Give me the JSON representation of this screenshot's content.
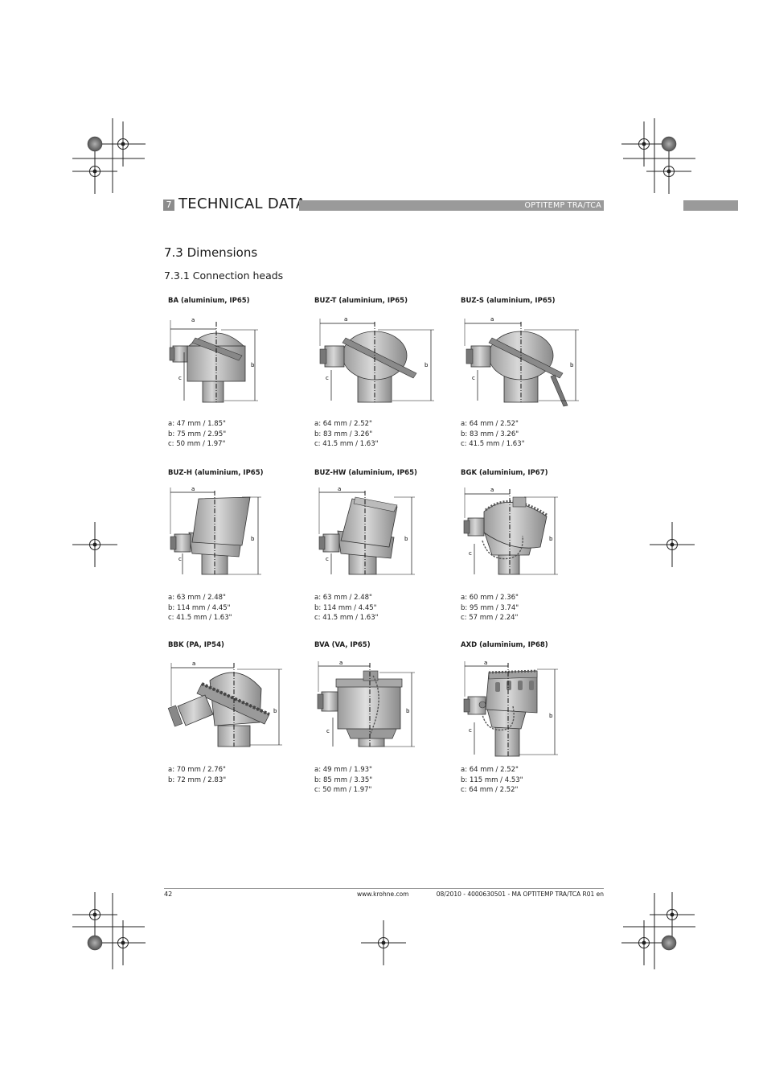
{
  "header": {
    "chapter_number": "7",
    "chapter_title": "TECHNICAL DATA",
    "product": "OPTITEMP TRA/TCA"
  },
  "section": {
    "title": "7.3  Dimensions",
    "subtitle": "7.3.1  Connection heads"
  },
  "heads": [
    {
      "caption": "BA (aluminium, IP65)",
      "dims": [
        "a: 47 mm /  1.85\"",
        "b: 75 mm / 2.95\"",
        "c: 50 mm / 1.97\""
      ]
    },
    {
      "caption": "BUZ-T (aluminium, IP65)",
      "dims": [
        "a: 64 mm /  2.52\"",
        "b: 83 mm / 3.26\"",
        "c: 41.5 mm / 1.63\""
      ]
    },
    {
      "caption": "BUZ-S (aluminium, IP65)",
      "dims": [
        "a: 64 mm /  2.52\"",
        "b: 83 mm / 3.26\"",
        "c: 41.5 mm / 1.63\""
      ]
    },
    {
      "caption": "BUZ-H (aluminium, IP65)",
      "dims": [
        "a: 63 mm / 2.48\"",
        "b: 114 mm / 4.45\"",
        "c: 41.5 mm / 1.63\""
      ]
    },
    {
      "caption": "BUZ-HW (aluminium, IP65)",
      "dims": [
        "a: 63 mm / 2.48\"",
        "b: 114 mm / 4.45\"",
        "c: 41.5 mm / 1.63\""
      ]
    },
    {
      "caption": "BGK (aluminium, IP67)",
      "dims": [
        "a: 60 mm /  2.36\"",
        "b: 95 mm / 3.74\"",
        "c: 57 mm / 2.24\""
      ]
    },
    {
      "caption": "BBK (PA, IP54)",
      "dims": [
        "a: 70 mm / 2.76\"",
        "b: 72 mm / 2.83\""
      ]
    },
    {
      "caption": "BVA (VA, IP65)",
      "dims": [
        "a: 49 mm / 1.93\"",
        "b: 85 mm / 3.35\"",
        "c: 50 mm / 1.97\""
      ]
    },
    {
      "caption": "AXD (aluminium, IP68)",
      "dims": [
        "a: 64 mm / 2.52\"",
        "b: 115 mm / 4.53\"",
        "c: 64 mm / 2.52\""
      ]
    }
  ],
  "dim_letters": {
    "a": "a",
    "b": "b",
    "c": "c"
  },
  "footer": {
    "page": "42",
    "url": "www.krohne.com",
    "reference": "08/2010 - 4000630501 - MA OPTITEMP TRA/TCA R01 en"
  }
}
